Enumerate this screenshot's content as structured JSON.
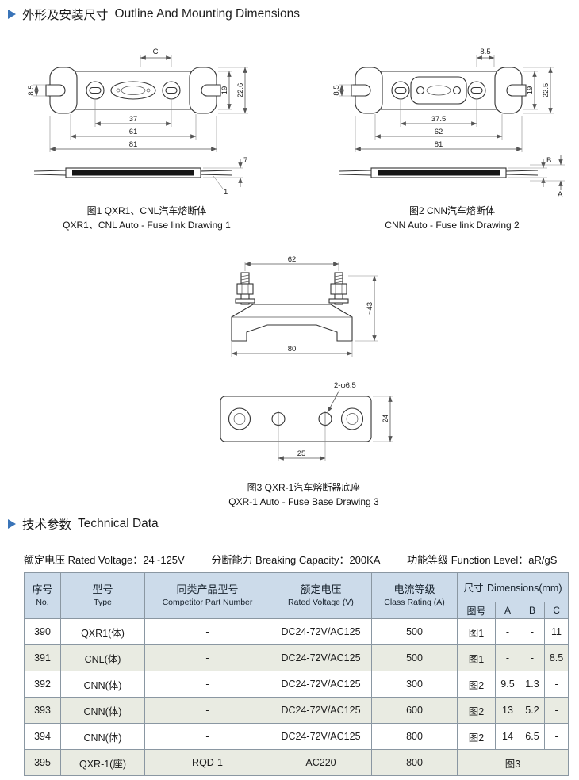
{
  "colors": {
    "accent_blue": "#3a74b8",
    "table_header_bg": "#ccdbea",
    "table_alt_row_bg": "#e9ebe2"
  },
  "icons": {
    "section_marker": "right-triangle"
  },
  "sections": {
    "outline": {
      "cn": "外形及安装尺寸",
      "en": "Outline And Mounting Dimensions"
    },
    "technical": {
      "cn": "技术参数",
      "en": "Technical Data"
    }
  },
  "figures": {
    "fig1": {
      "caption_cn": "图1 QXR1、CNL汽车熔断体",
      "caption_en": "QXR1、CNL Auto - Fuse link Drawing 1",
      "dims": {
        "top_c": "C",
        "left_85": "8.5",
        "right_19": "19",
        "right_226": "22.6",
        "bottom_37": "37",
        "bottom_61": "61",
        "bottom_81": "81",
        "side_7": "7",
        "side_1": "1"
      }
    },
    "fig2": {
      "caption_cn": "图2 CNN汽车熔断体",
      "caption_en": "CNN Auto - Fuse link Drawing 2",
      "dims": {
        "top_85": "8.5",
        "left_85": "8.5",
        "right_19": "19",
        "right_225": "22.5",
        "bottom_375": "37.5",
        "bottom_62": "62",
        "bottom_81": "81",
        "side_b": "B",
        "side_a": "A"
      }
    },
    "holder": {
      "dims": {
        "top_62": "62",
        "right_43": "~43",
        "bottom_80": "80"
      }
    },
    "base": {
      "caption_cn": "图3 QXR-1汽车熔断器底座",
      "caption_en": "QXR-1 Auto - Fuse Base Drawing 3",
      "dims": {
        "holes": "2-φ6.5",
        "right_24": "24",
        "bottom_25": "25"
      }
    }
  },
  "ratings": [
    "额定电压 Rated Voltage：24~125V",
    "分断能力 Breaking Capacity：200KA",
    "功能等级 Function Level：aR/gS"
  ],
  "table": {
    "headers": {
      "no_cn": "序号",
      "no_en": "No.",
      "type_cn": "型号",
      "type_en": "Type",
      "competitor_cn": "同类产品型号",
      "competitor_en": "Competitor Part Number",
      "voltage_cn": "额定电压",
      "voltage_en": "Rated Voltage (V)",
      "rating_cn": "电流等级",
      "rating_en": "Class Rating (A)",
      "dims_cn": "尺寸",
      "dims_en": "Dimensions(mm)",
      "fig": "图号",
      "a": "A",
      "b": "B",
      "c": "C"
    },
    "rows": [
      {
        "no": "390",
        "type": "QXR1(体)",
        "competitor": "-",
        "voltage": "DC24-72V/AC125",
        "rating": "500",
        "fig": "图1",
        "a": "-",
        "b": "-",
        "c": "11"
      },
      {
        "no": "391",
        "type": "CNL(体)",
        "competitor": "-",
        "voltage": "DC24-72V/AC125",
        "rating": "500",
        "fig": "图1",
        "a": "-",
        "b": "-",
        "c": "8.5"
      },
      {
        "no": "392",
        "type": "CNN(体)",
        "competitor": "-",
        "voltage": "DC24-72V/AC125",
        "rating": "300",
        "fig": "图2",
        "a": "9.5",
        "b": "1.3",
        "c": "-"
      },
      {
        "no": "393",
        "type": "CNN(体)",
        "competitor": "-",
        "voltage": "DC24-72V/AC125",
        "rating": "600",
        "fig": "图2",
        "a": "13",
        "b": "5.2",
        "c": "-"
      },
      {
        "no": "394",
        "type": "CNN(体)",
        "competitor": "-",
        "voltage": "DC24-72V/AC125",
        "rating": "800",
        "fig": "图2",
        "a": "14",
        "b": "6.5",
        "c": "-"
      },
      {
        "no": "395",
        "type": "QXR-1(座)",
        "competitor": "RQD-1",
        "voltage": "AC220",
        "rating": "800",
        "fig": "图3"
      }
    ]
  }
}
